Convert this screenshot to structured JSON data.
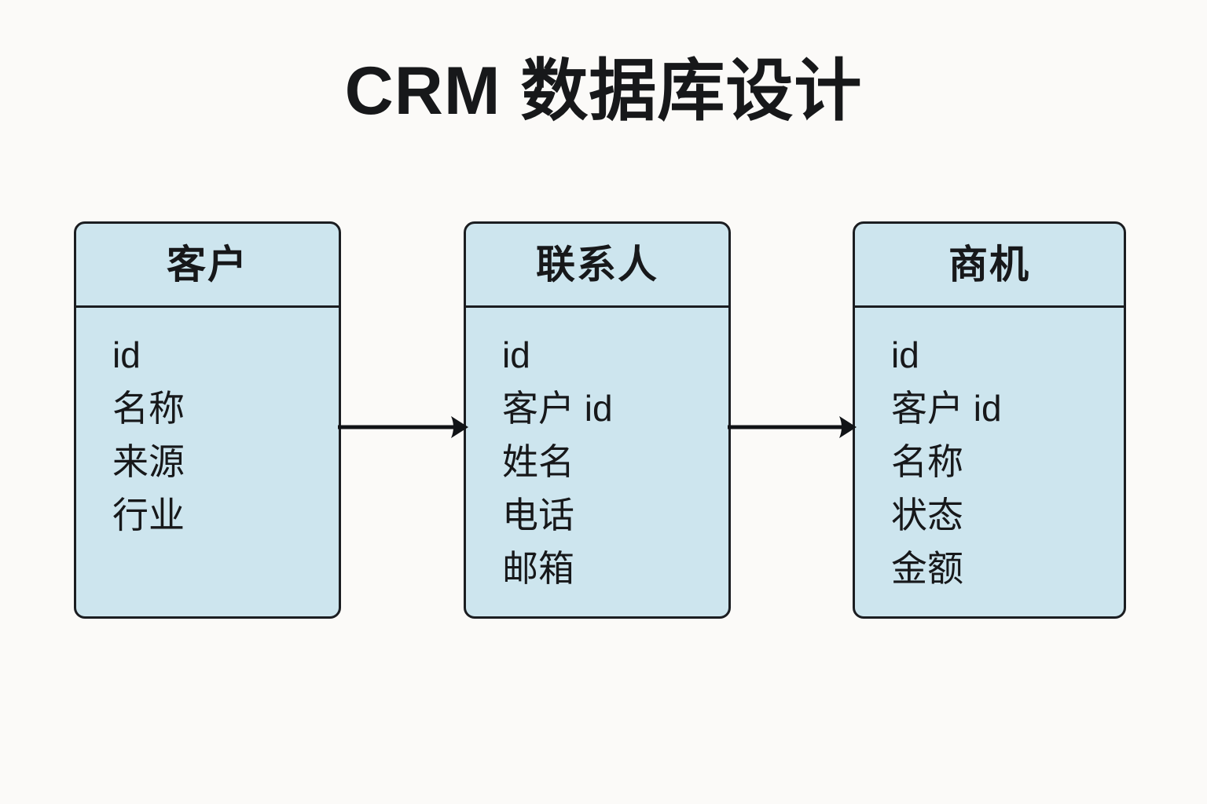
{
  "title": "CRM 数据库设计",
  "theme": {
    "background": "#fbfaf8",
    "entity_fill": "#cde5ee",
    "entity_border": "#1b1d21",
    "text": "#17181a",
    "connector": "#111316"
  },
  "entities": [
    {
      "name": "客户",
      "fields": [
        "id",
        "名称",
        "来源",
        "行业"
      ]
    },
    {
      "name": "联系人",
      "fields": [
        "id",
        "客户 id",
        "姓名",
        "电话",
        "邮箱"
      ]
    },
    {
      "name": "商机",
      "fields": [
        "id",
        "客户 id",
        "名称",
        "状态",
        "金额"
      ]
    }
  ],
  "connectors": [
    {
      "from": "客户",
      "to": "联系人",
      "style": "arrow-right"
    },
    {
      "from": "联系人",
      "to": "商机",
      "style": "arrow-right"
    }
  ]
}
